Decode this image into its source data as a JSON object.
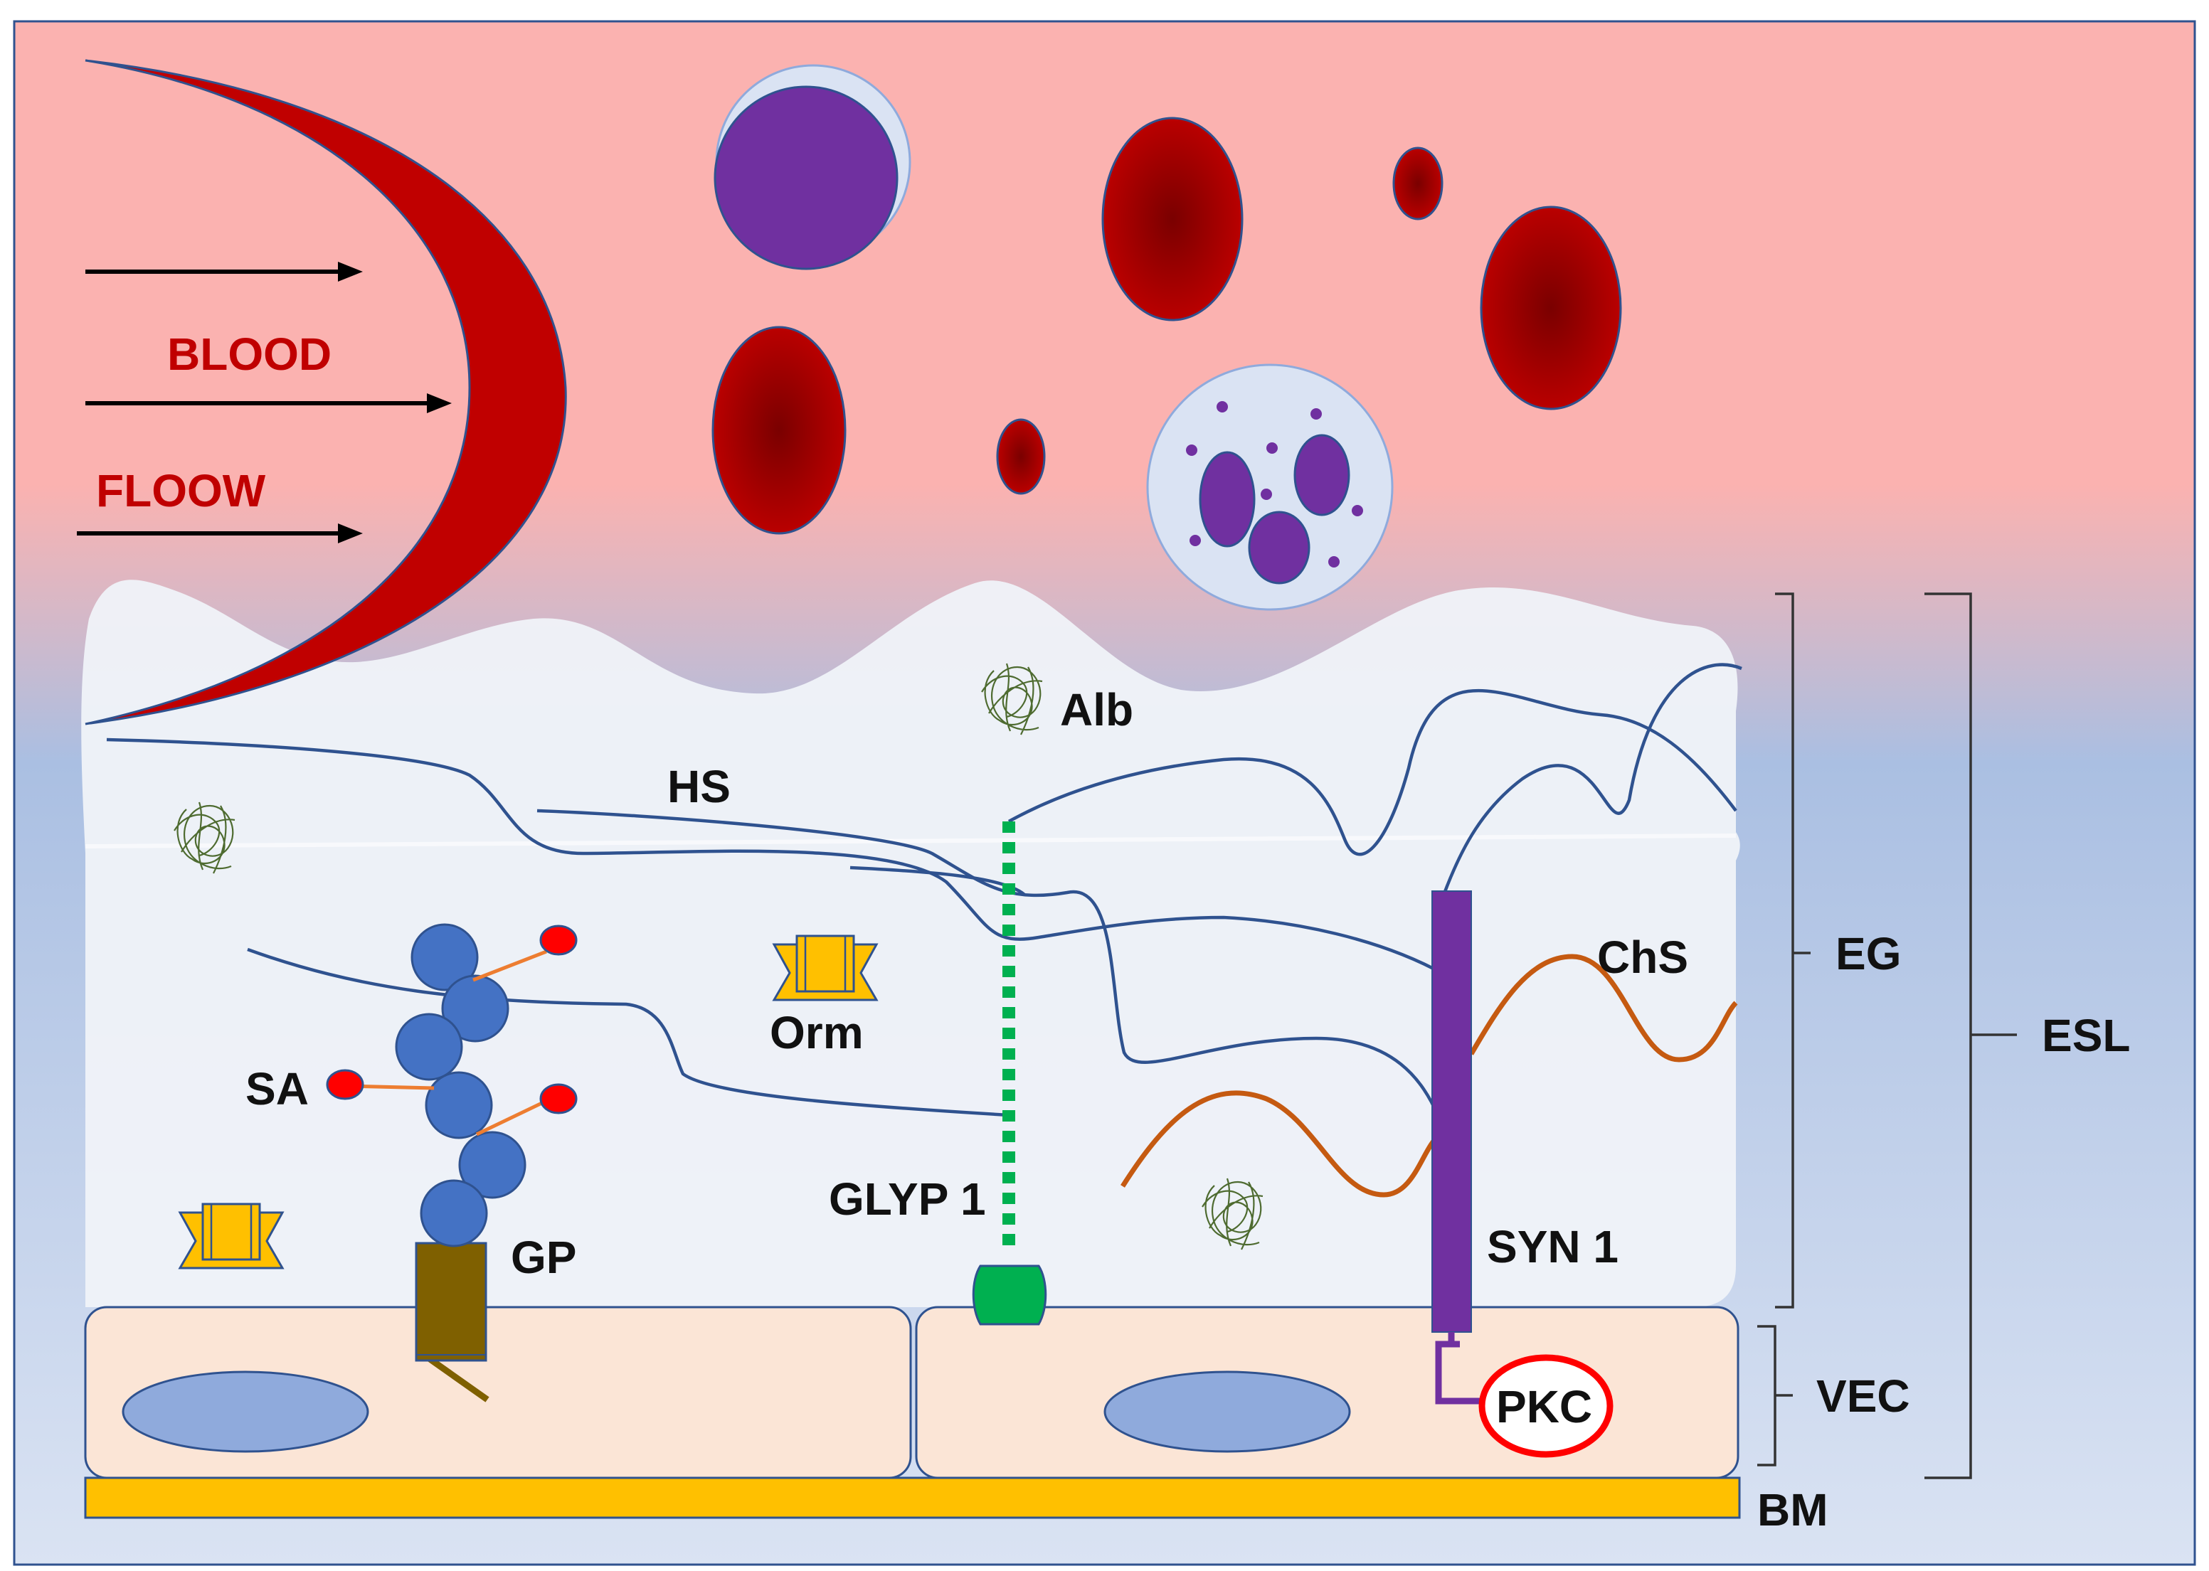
{
  "labels": {
    "blood": "BLOOD",
    "flow": "FLOOW",
    "alb": "Alb",
    "hs": "HS",
    "orm": "Orm",
    "sa": "SA",
    "chs": "ChS",
    "glyp1": "GLYP 1",
    "gp": "GP",
    "syn1": "SYN 1",
    "pkc": "PKC",
    "eg": "EG",
    "esl": "ESL",
    "vec": "VEC",
    "bm": "BM"
  },
  "colors": {
    "blood_plasma": "#fbb2b0",
    "glycocalyx": "#eff2f8",
    "glycocalyx_gradient_bottom": "#aabfe2",
    "red_blood_cell": "#c00000",
    "rbc_core": "#7a0000",
    "leukocyte_nucleus": "#7030a0",
    "endothelial_cell": "#fbe5d6",
    "nucleus": "#8faadc",
    "basement_membrane": "#ffc000",
    "heparan_sulfate": "#2f528f",
    "chondroitin_sulfate": "#c55a11",
    "syndecan": "#7030a0",
    "glypican": "#00b050",
    "glycoprotein_anchor": "#7f6000",
    "sialic_acid": "#ff0000",
    "glycoprotein_bead": "#4472c4",
    "orosomucoid": "#ffc000",
    "albumin": "#4e6b30"
  },
  "icons": {
    "flow_arrows": "arrow-right-icon",
    "albumin": "albumin-coil-icon",
    "orosomucoid": "orosomucoid-icon",
    "sialic_acid": "sialic-acid-icon",
    "glypican_anchor": "glypican-anchor-icon",
    "glycoprotein_anchor": "glycoprotein-anchor-icon",
    "syndecan_core": "syndecan-core-protein-icon",
    "pkc_ring": "pkc-ring-icon"
  }
}
